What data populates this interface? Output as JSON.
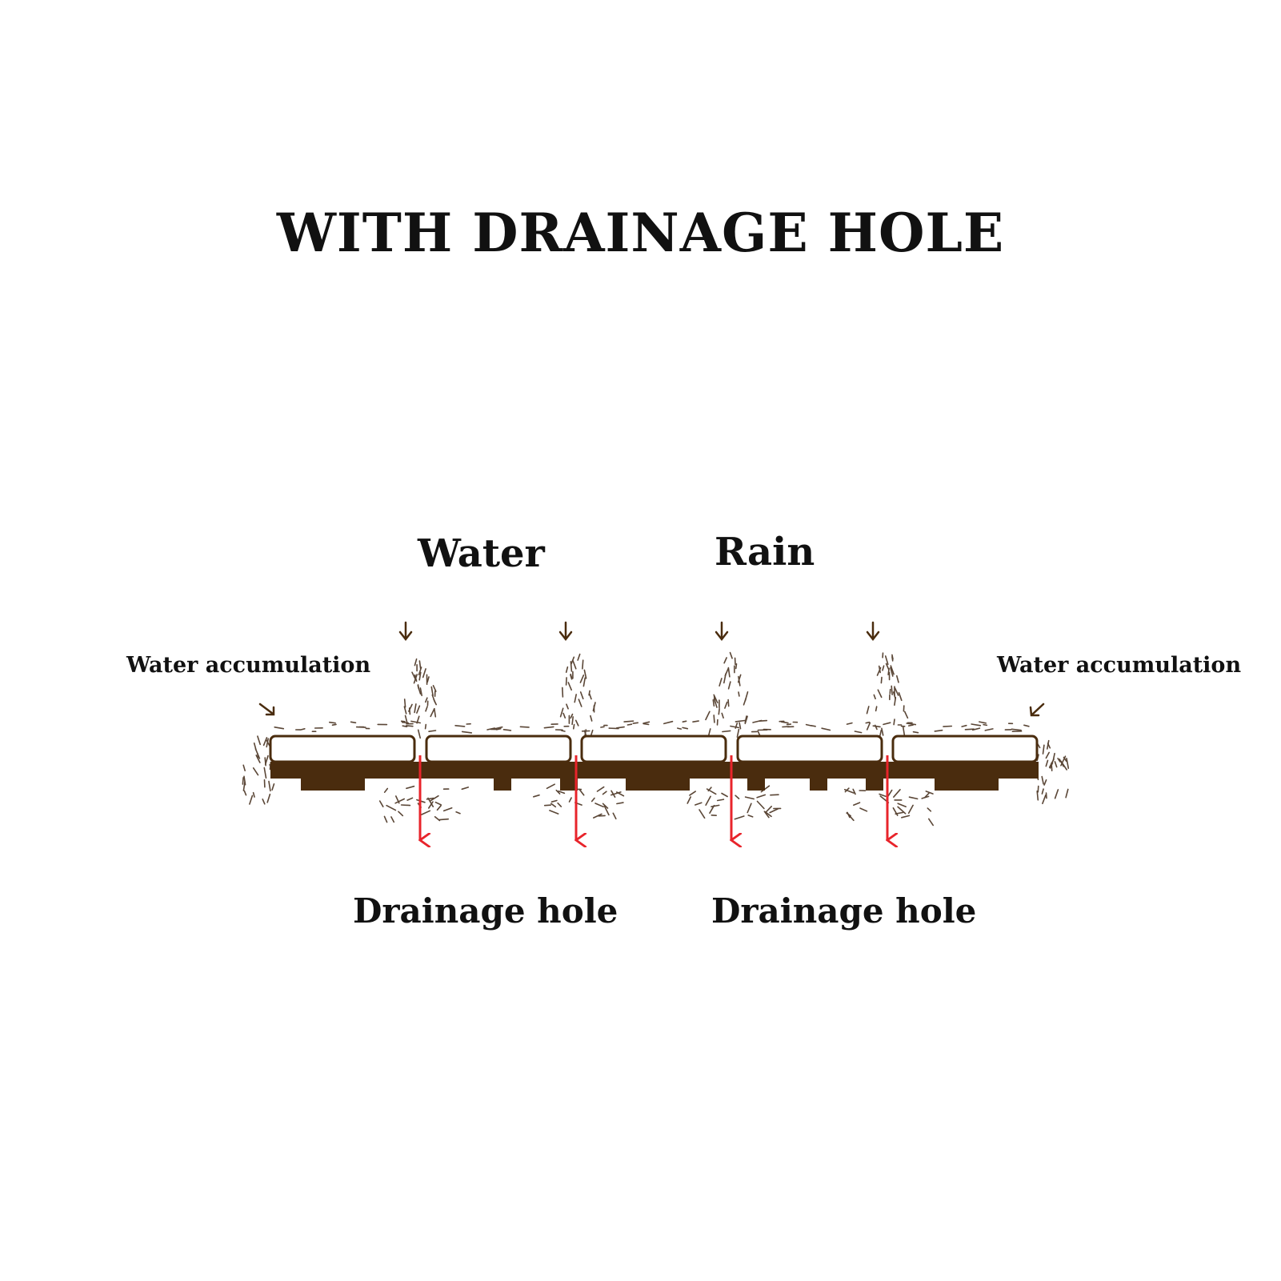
{
  "title": "WITH DRAINAGE HOLE",
  "labels": {
    "water": "Water",
    "rain": "Rain",
    "water_accumulation_left": "Water accumulation",
    "water_accumulation_right": "Water accumulation",
    "drainage_hole_left": "Drainage hole",
    "drainage_hole_right": "Drainage hole"
  },
  "colors": {
    "base": "#4a2c0e",
    "tile_outline": "#4a2c0e",
    "drain_arrow": "#e8242b",
    "rain_arrow": "#4a2c0e",
    "splash": "#5a4636",
    "text": "#111111"
  },
  "tile_count": 5,
  "drain_arrow_count": 4
}
